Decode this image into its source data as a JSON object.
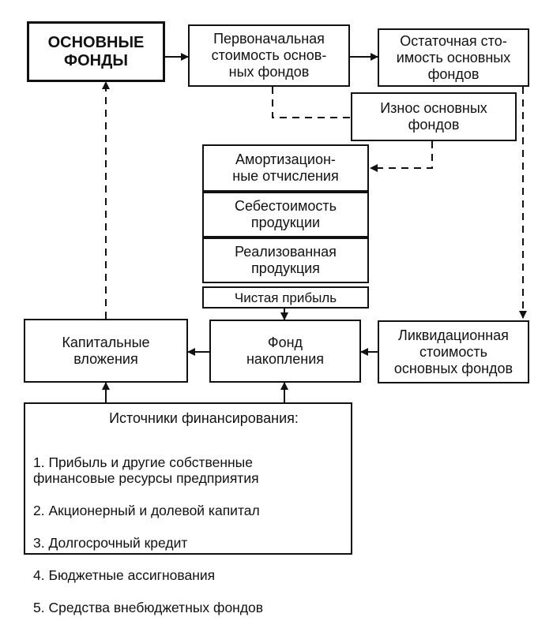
{
  "boxes": {
    "fixed_assets": "ОСНОВНЫЕ\nФОНДЫ",
    "initial_cost": "Первоначальная\nстоимость основ-\nных фондов",
    "residual_cost": "Остаточная сто-\nимость основных\nфондов",
    "depreciation_wear": "Износ основных\nфондов",
    "amortization": "Амортизацион-\nные отчисления",
    "production_cost": "Себестоимость\nпродукции",
    "sold_products": "Реализованная\nпродукция",
    "net_profit": "Чистая прибыль",
    "capital_investments": "Капитальные\nвложения",
    "accumulation_fund": "Фонд\nнакопления",
    "liquidation_value": "Ликвидационная\nстоимость\nосновных фондов"
  },
  "sources": {
    "title": "Источники финансирования:",
    "items": [
      "1. Прибыль и другие собственные\n    финансовые ресурсы предприятия",
      "2. Акционерный и долевой капитал",
      "3. Долгосрочный кредит",
      "4. Бюджетные ассигнования",
      "5. Средства внебюджетных фондов"
    ]
  }
}
